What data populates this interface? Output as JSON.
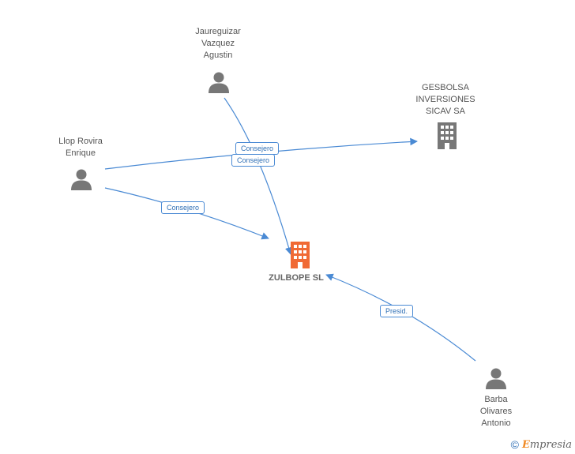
{
  "nodes": {
    "jaureguizar": {
      "label": "Jaureguizar\nVazquez\nAgustin",
      "type": "person"
    },
    "gesbolsa": {
      "label": "GESBOLSA\nINVERSIONES\nSICAV SA",
      "type": "company"
    },
    "llop": {
      "label": "Llop Rovira\nEnrique",
      "type": "person"
    },
    "zulbope": {
      "label": "ZULBOPE SL",
      "type": "company-main"
    },
    "barba": {
      "label": "Barba\nOlivares\nAntonio",
      "type": "person"
    }
  },
  "edges": {
    "jaureguizar_zulbope": {
      "label": "Consejero"
    },
    "llop_gesbolsa": {
      "label": "Consejero"
    },
    "llop_zulbope": {
      "label": "Consejero"
    },
    "barba_zulbope": {
      "label": "Presid."
    }
  },
  "colors": {
    "edge": "#4a8ad4",
    "person_icon": "#777777",
    "company_icon": "#777777",
    "main_company_icon": "#f06a35"
  },
  "footer": {
    "copyright_symbol": "©",
    "brand_first": "E",
    "brand_rest": "mpresia"
  }
}
